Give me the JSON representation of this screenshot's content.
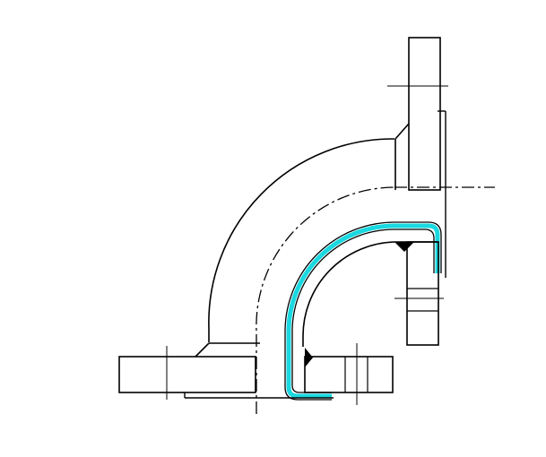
{
  "colors": {
    "background": "#ffffff",
    "outline": "#000000",
    "liner_highlight": "#19d8e0",
    "weld_fill": "#000000"
  },
  "drawing": {
    "type": "technical-drawing",
    "subject": "flanged-90-degree-elbow-with-lined-bore",
    "line_styles": [
      "solid",
      "centerline-dash-dot"
    ]
  }
}
